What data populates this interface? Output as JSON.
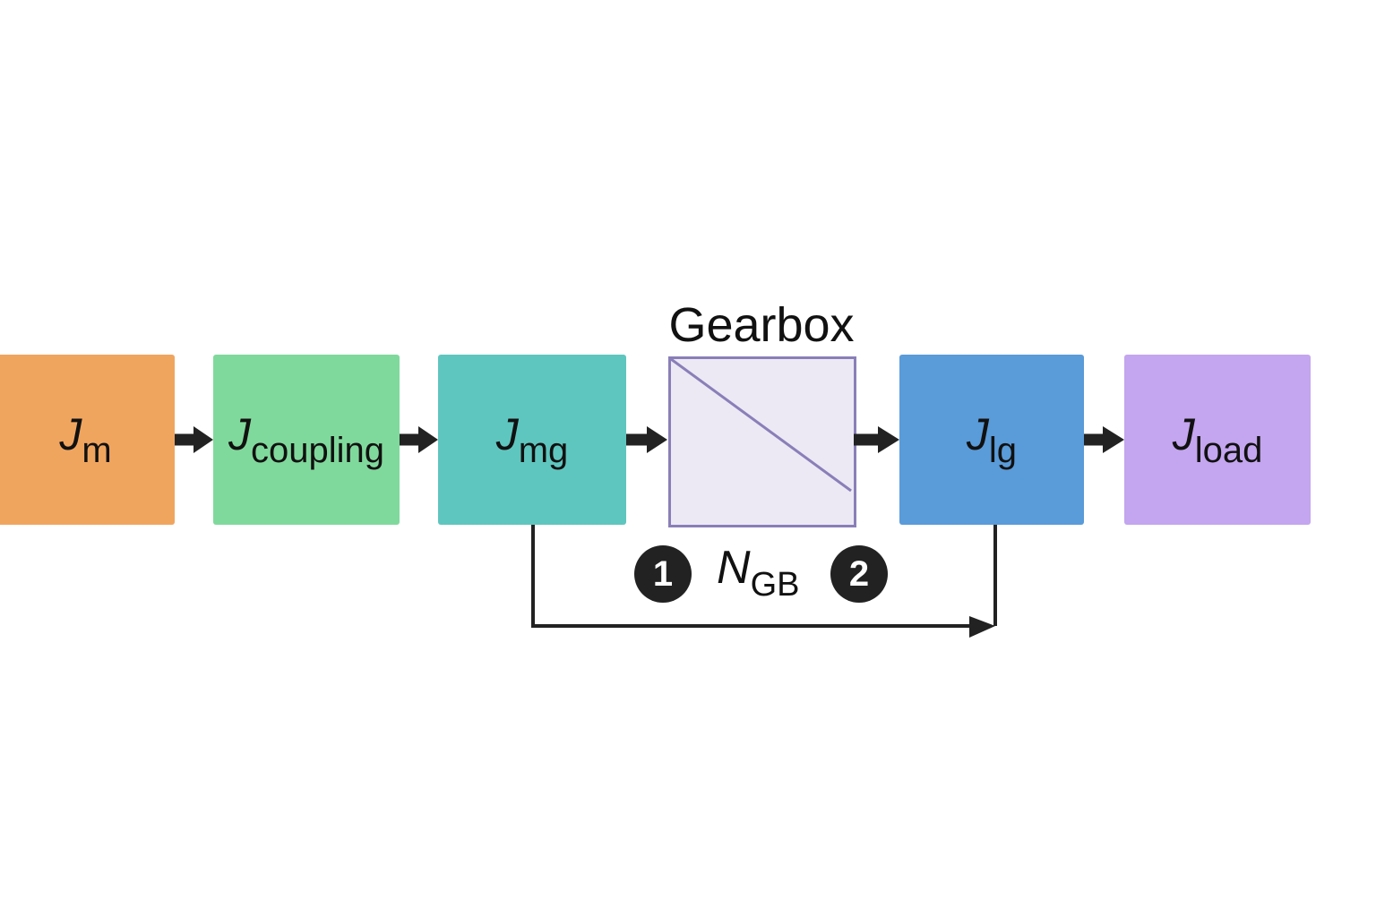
{
  "blocks": [
    {
      "id": "b-m",
      "name": "block-j-m",
      "symbol": "J",
      "sub": "m",
      "color": "#f0a55f"
    },
    {
      "id": "b-coup",
      "name": "block-j-coupling",
      "symbol": "J",
      "sub": "coupling",
      "color": "#80d99c"
    },
    {
      "id": "b-mg",
      "name": "block-j-mg",
      "symbol": "J",
      "sub": "mg",
      "color": "#5fc6bf"
    },
    {
      "id": "b-lg",
      "name": "block-j-lg",
      "symbol": "J",
      "sub": "lg",
      "color": "#5a9bd9"
    },
    {
      "id": "b-load",
      "name": "block-j-load",
      "symbol": "J",
      "sub": "load",
      "color": "#c4a5ef"
    }
  ],
  "gearbox": {
    "title": "Gearbox",
    "ratio_symbol": "N",
    "ratio_sub": "GB",
    "side_1": "1",
    "side_2": "2",
    "fill": "#ede9f4",
    "stroke": "#8a7fb8"
  },
  "connections": [
    {
      "from": "J_m",
      "to": "J_coupling"
    },
    {
      "from": "J_coupling",
      "to": "J_mg"
    },
    {
      "from": "J_mg",
      "to": "Gearbox"
    },
    {
      "from": "Gearbox",
      "to": "J_lg"
    },
    {
      "from": "J_lg",
      "to": "J_load"
    },
    {
      "from": "J_mg",
      "to": "J_lg",
      "route": "bypass-below"
    }
  ],
  "arrow_color": "#222222"
}
